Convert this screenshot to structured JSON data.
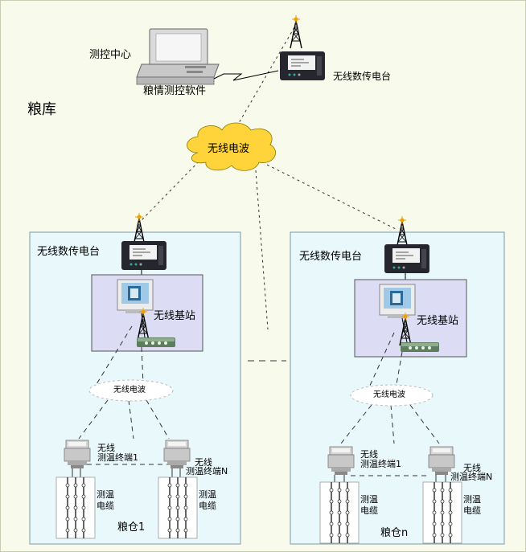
{
  "center": {
    "title": "测控中心",
    "software": "粮情测控软件"
  },
  "main_radio": {
    "label": "无线数传电台"
  },
  "area": {
    "label": "粮库"
  },
  "cloud": {
    "label": "无线电波"
  },
  "warehouses": [
    {
      "radio_label": "无线数传电台",
      "base_label": "无线基站",
      "cloud_label": "无线电波",
      "terminal_1": {
        "line1": "无线",
        "line2": "测温终端1"
      },
      "terminal_n": {
        "line1": "无线",
        "line2": "测温终端N"
      },
      "cable_1": {
        "line1": "测温",
        "line2": "电缆"
      },
      "cable_n": {
        "line1": "测温",
        "line2": "电缆"
      },
      "name": "粮仓1"
    },
    {
      "radio_label": "无线数传电台",
      "base_label": "无线基站",
      "cloud_label": "无线电波",
      "terminal_1": {
        "line1": "无线",
        "line2": "测温终端1"
      },
      "terminal_n": {
        "line1": "无线",
        "line2": "测温终端N"
      },
      "cable_1": {
        "line1": "测温",
        "line2": "电缆"
      },
      "cable_n": {
        "line1": "测温",
        "line2": "电缆"
      },
      "name": "粮仓n"
    }
  ],
  "colors": {
    "background": "#f8fbec",
    "panel": "#e9f8fb",
    "base_box": "#dcdcf4",
    "cloud": "#ffd43a",
    "antenna": "#e8a000"
  }
}
